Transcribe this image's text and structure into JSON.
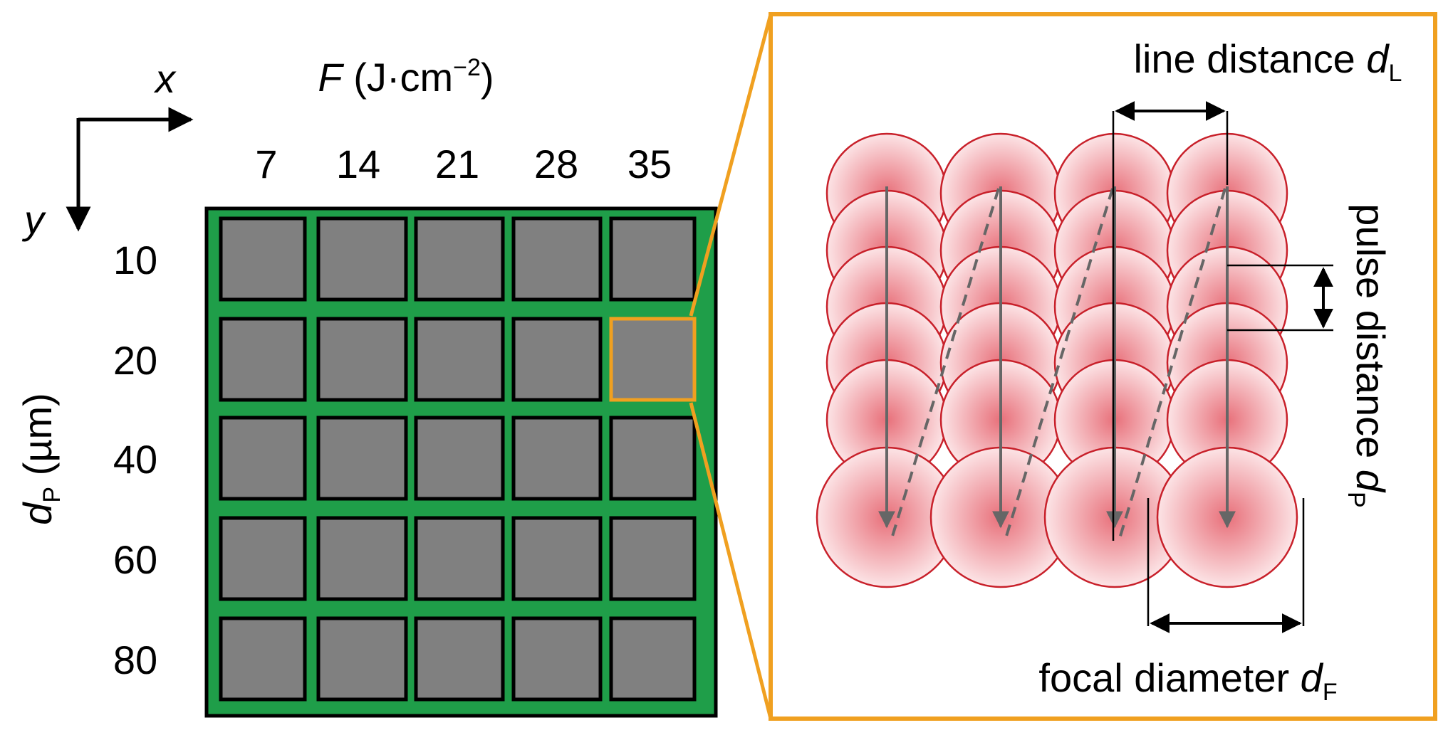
{
  "axes": {
    "x_label": "x",
    "y_label": "y"
  },
  "matrix": {
    "column_header": {
      "symbol": "F",
      "unit_open": " (J·cm",
      "unit_exp": "−2",
      "unit_close": ")"
    },
    "row_header": {
      "symbol": "d",
      "subscript": "P",
      "unit": " (µm)"
    },
    "columns": [
      "7",
      "14",
      "21",
      "28",
      "35"
    ],
    "rows": [
      "10",
      "20",
      "40",
      "60",
      "80"
    ],
    "highlighted_cell": {
      "row": "20",
      "column": "35"
    }
  },
  "zoom": {
    "line_distance": {
      "text": "line distance ",
      "symbol": "d",
      "subscript": "L"
    },
    "pulse_distance": {
      "text": "pulse distance ",
      "symbol": "d",
      "subscript": "P"
    },
    "focal_diameter": {
      "text": "focal diameter ",
      "symbol": "d",
      "subscript": "F"
    },
    "spot_columns": 4,
    "spots_per_column": 6
  },
  "colors": {
    "frame_green": "#1f9e49",
    "cell_gray": "#808080",
    "highlight_orange": "#f0a020",
    "spot_edge": "#c8202a",
    "spot_center": "#e8707a",
    "arrow_gray": "#666666"
  }
}
